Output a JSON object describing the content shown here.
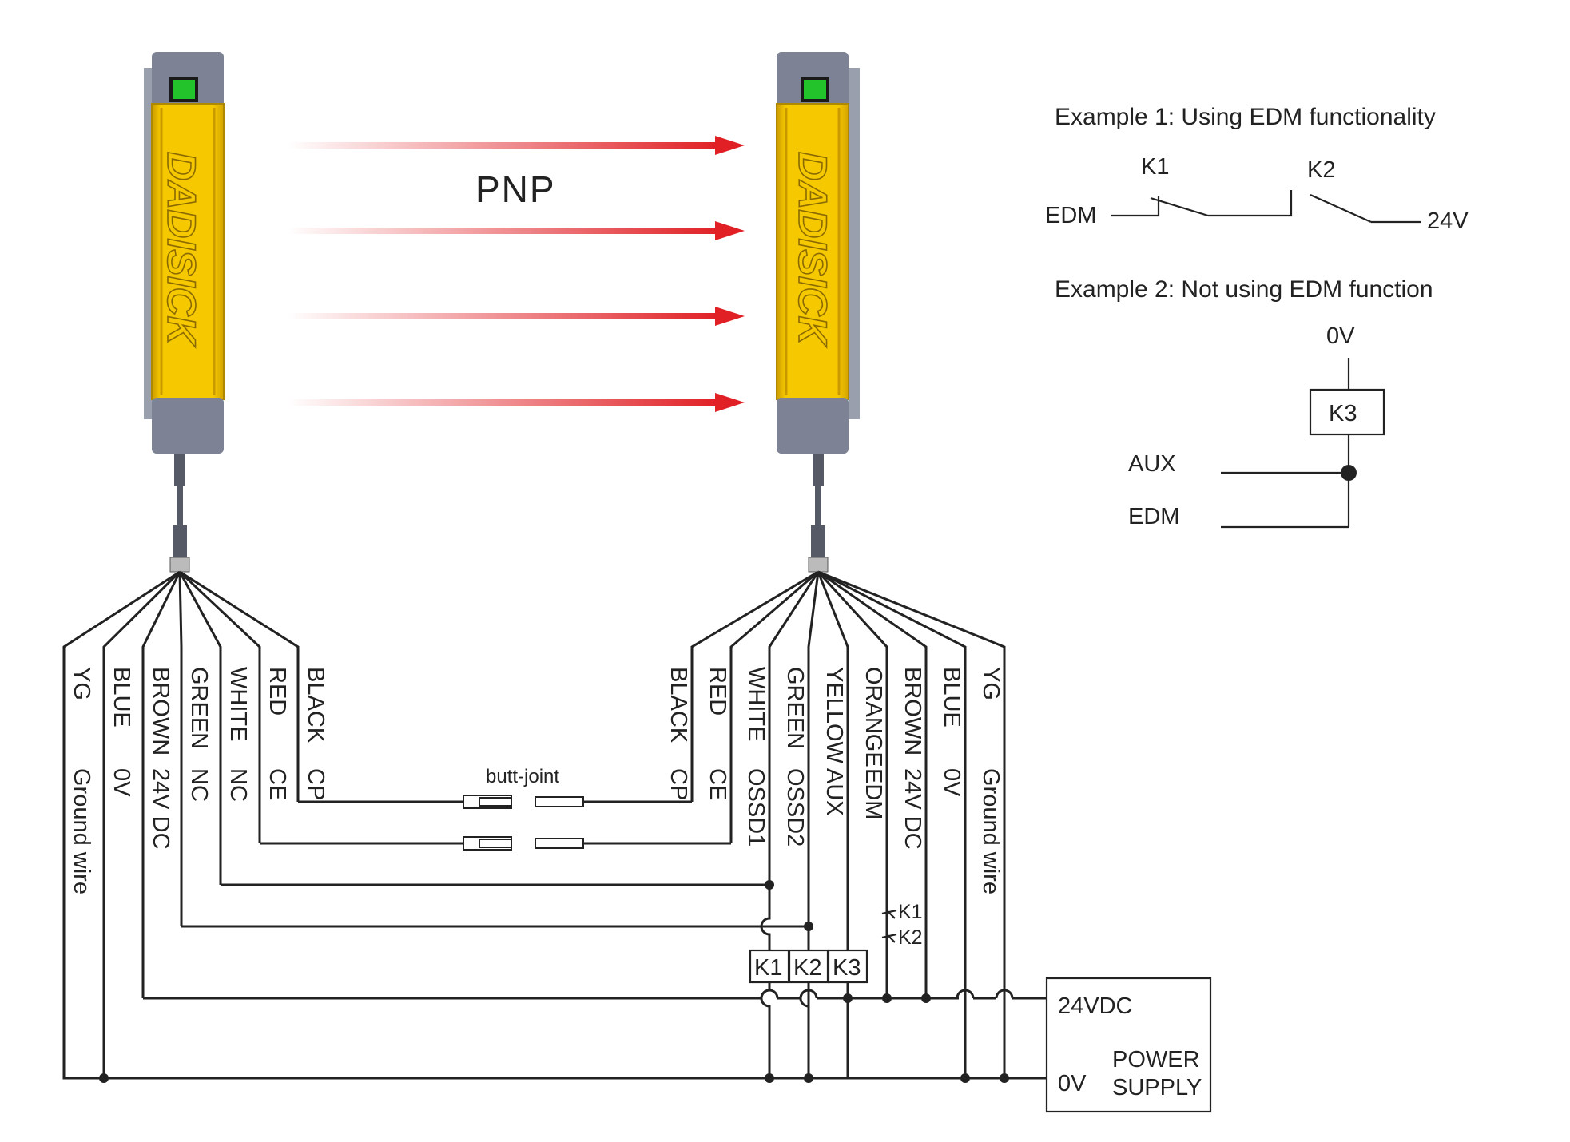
{
  "pnp_label": "PNP",
  "brand": "DADISICK",
  "butt_joint_label": "butt-joint",
  "examples": {
    "ex1": {
      "title": "Example 1: Using EDM functionality",
      "k1": "K1",
      "k2": "K2",
      "edm": "EDM",
      "v24": "24V"
    },
    "ex2": {
      "title": "Example 2: Not using EDM function",
      "zero_v": "0V",
      "k3": "K3",
      "aux": "AUX",
      "edm": "EDM"
    }
  },
  "emitter_wires": [
    {
      "color": "YG",
      "func": "Ground wire"
    },
    {
      "color": "BLUE",
      "func": "0V"
    },
    {
      "color": "BROWN",
      "func": "24V DC"
    },
    {
      "color": "GREEN",
      "func": "NC"
    },
    {
      "color": "WHITE",
      "func": "NC"
    },
    {
      "color": "RED",
      "func": "CE"
    },
    {
      "color": "BLACK",
      "func": "CP"
    }
  ],
  "receiver_wires": [
    {
      "color": "BLACK",
      "func": "CP"
    },
    {
      "color": "RED",
      "func": "CE"
    },
    {
      "color": "WHITE",
      "func": "OSSD1"
    },
    {
      "color": "GREEN",
      "func": "OSSD2"
    },
    {
      "color": "YELLOW",
      "func": "AUX"
    },
    {
      "color": "ORANGE",
      "func": "EDM"
    },
    {
      "color": "BROWN",
      "func": "24V DC"
    },
    {
      "color": "BLUE",
      "func": "0V"
    },
    {
      "color": "YG",
      "func": "Ground wire"
    }
  ],
  "relays": {
    "k1": "K1",
    "k2": "K2",
    "k3": "K3"
  },
  "contacts": {
    "k1": "K1",
    "k2": "K2"
  },
  "power_supply": {
    "v24": "24VDC",
    "zero_v": "0V",
    "line1": "POWER",
    "line2": "SUPPLY"
  },
  "colors": {
    "housing_yellow": "#F4C400",
    "cap_grey": "#7D8294",
    "led_green": "#22C32B",
    "beam_red": "#E02025",
    "ink": "#222222"
  }
}
